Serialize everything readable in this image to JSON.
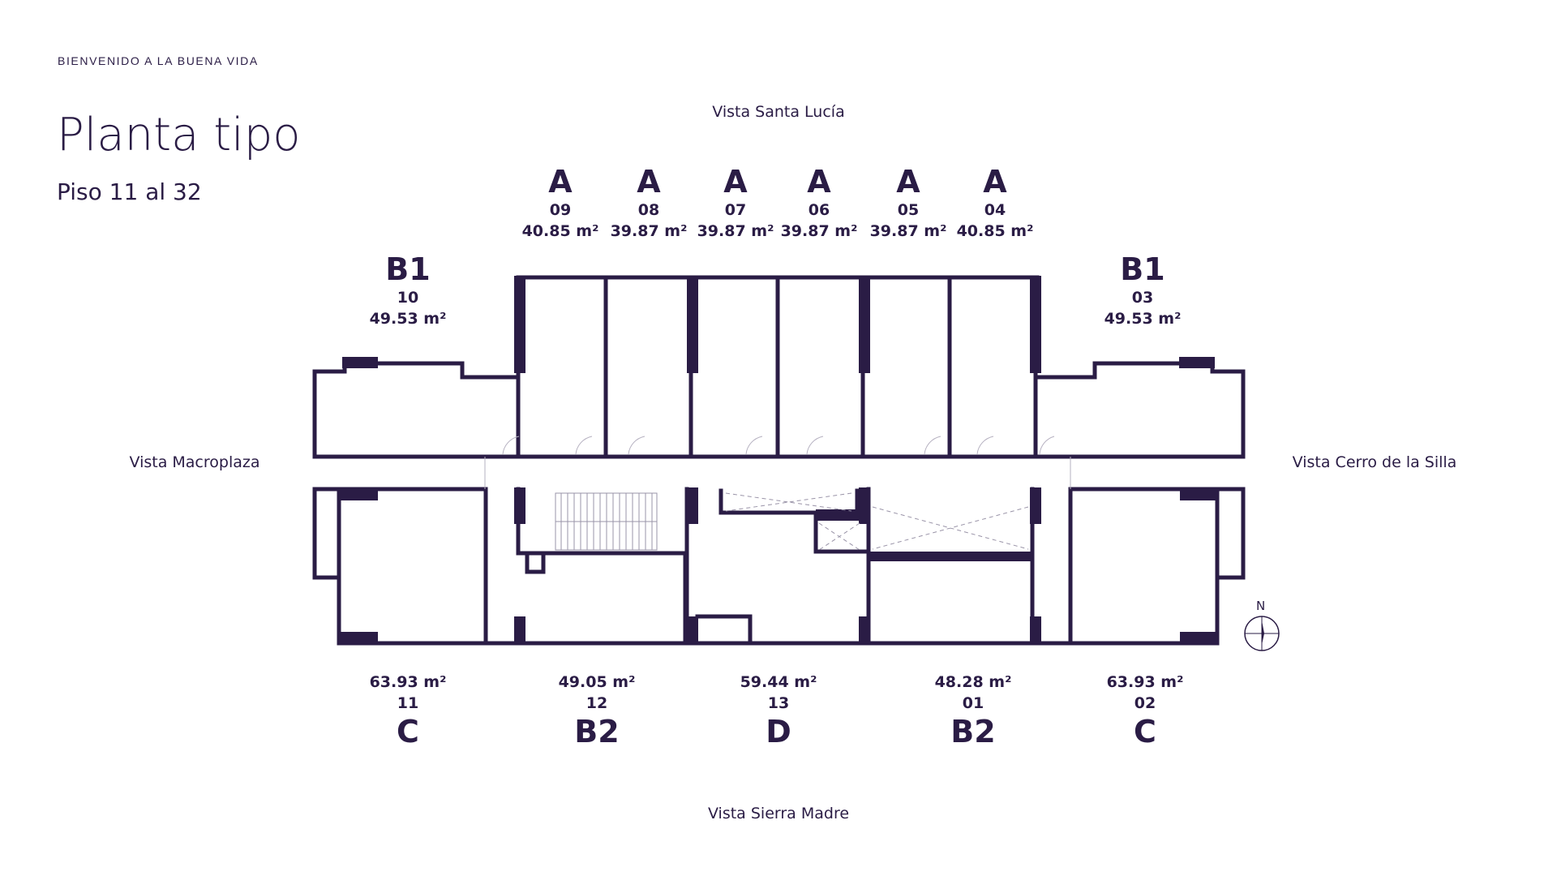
{
  "header": {
    "kicker": "BIENVENIDO A LA BUENA VIDA",
    "title": "Planta tipo",
    "subtitle": "Piso 11 al 32"
  },
  "views": {
    "north": "Vista Santa Lucía",
    "west": "Vista Macroplaza",
    "east": "Vista Cerro de la Silla",
    "south": "Vista Sierra Madre"
  },
  "units_top": [
    {
      "type": "A",
      "number": "09",
      "area": "40.85 m²"
    },
    {
      "type": "A",
      "number": "08",
      "area": "39.87 m²"
    },
    {
      "type": "A",
      "number": "07",
      "area": "39.87 m²"
    },
    {
      "type": "A",
      "number": "06",
      "area": "39.87 m²"
    },
    {
      "type": "A",
      "number": "05",
      "area": "39.87 m²"
    },
    {
      "type": "A",
      "number": "04",
      "area": "40.85 m²"
    }
  ],
  "units_side": [
    {
      "type": "B1",
      "number": "10",
      "area": "49.53 m²"
    },
    {
      "type": "B1",
      "number": "03",
      "area": "49.53 m²"
    }
  ],
  "units_bottom": [
    {
      "type": "C",
      "number": "11",
      "area": "63.93 m²"
    },
    {
      "type": "B2",
      "number": "12",
      "area": "49.05 m²"
    },
    {
      "type": "D",
      "number": "13",
      "area": "59.44 m²"
    },
    {
      "type": "B2",
      "number": "01",
      "area": "48.28 m²"
    },
    {
      "type": "C",
      "number": "02",
      "area": "63.93 m²"
    }
  ],
  "compass": {
    "label": "N"
  },
  "colors": {
    "ink": "#2a1c45"
  }
}
